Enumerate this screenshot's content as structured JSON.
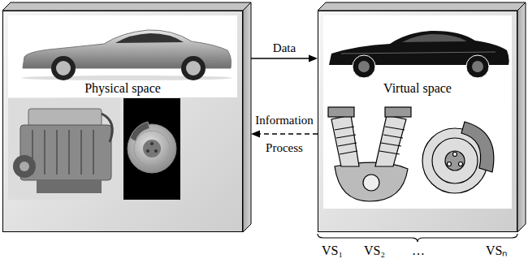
{
  "diagram": {
    "nodes": [
      {
        "text": [
          "Physical space"
        ]
      },
      {
        "text": [
          "Virtual space"
        ]
      }
    ],
    "edges": [
      {
        "from": 0,
        "to": 1,
        "arrow": "to",
        "label": "Data"
      },
      {
        "from": 1,
        "to": 0,
        "arrow": "to",
        "label": "Information Process"
      }
    ],
    "labels": [
      "VS₁",
      "VS₂",
      "…",
      "VSₙ"
    ]
  }
}
